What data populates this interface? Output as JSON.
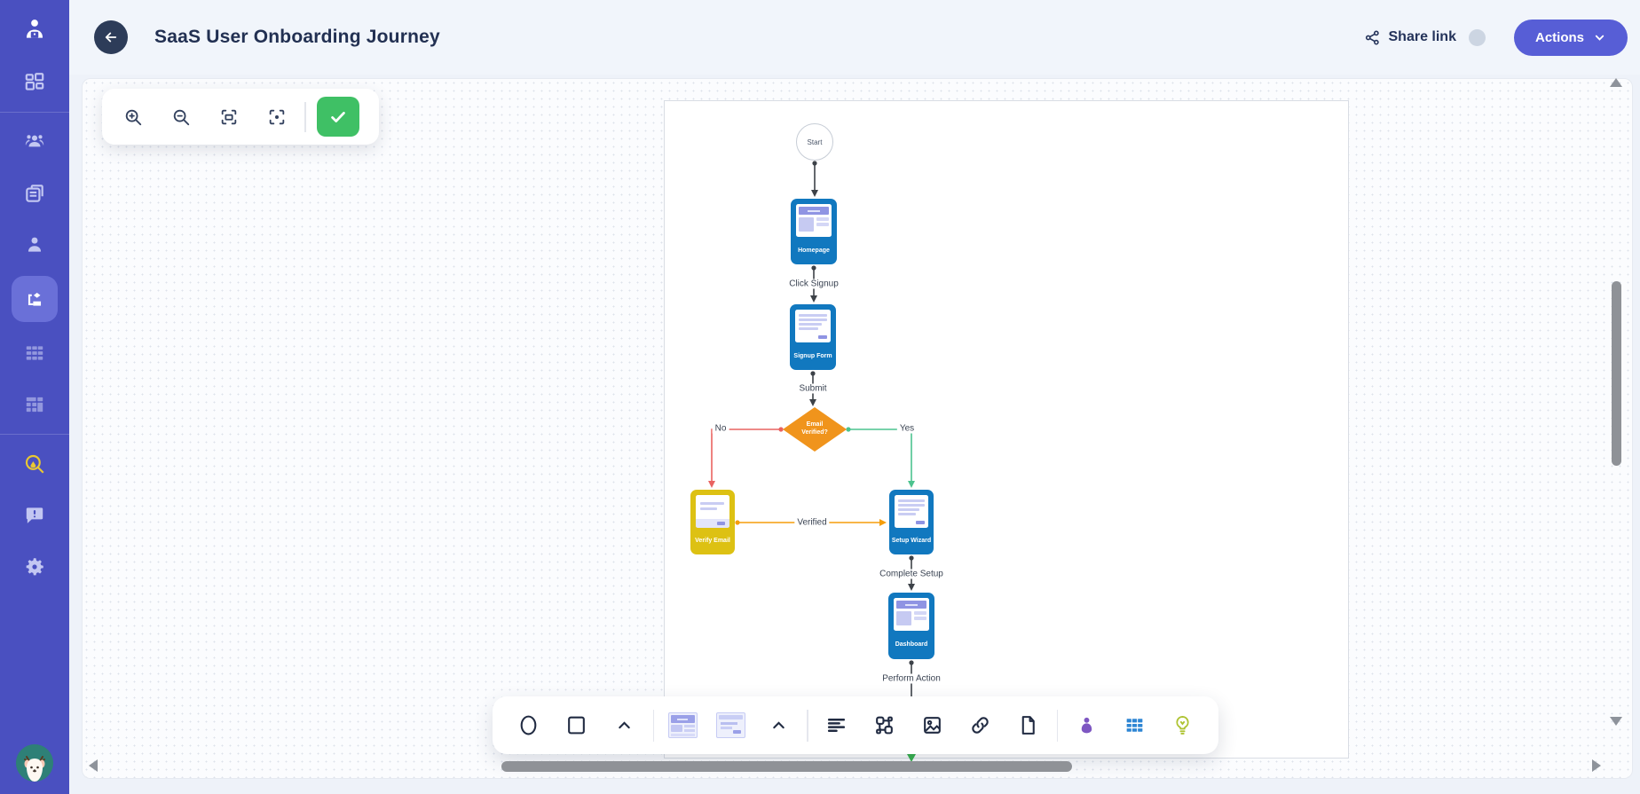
{
  "header": {
    "title": "SaaS User Onboarding Journey",
    "back_icon": "arrow-left-icon",
    "share": {
      "icon": "share-nodes-icon",
      "label": "Share link"
    },
    "actions": {
      "label": "Actions",
      "icon": "chevron-down-icon"
    }
  },
  "sidebar": {
    "logo_icon": "person-laptop-logo",
    "items": [
      {
        "icon": "dashboard-grid-icon",
        "active": false
      },
      {
        "icon": "team-icon",
        "active": false
      },
      {
        "icon": "folder-doc-icon",
        "active": false
      },
      {
        "icon": "user-icon",
        "active": false
      },
      {
        "icon": "flowchart-icon",
        "active": true
      },
      {
        "icon": "rows-grid-icon",
        "active": false
      },
      {
        "icon": "table-columns-icon",
        "active": false
      },
      {
        "icon": "lab-search-icon",
        "active": false,
        "color": "#e9c832"
      },
      {
        "icon": "feedback-icon",
        "active": false
      },
      {
        "icon": "gear-icon",
        "active": false
      }
    ],
    "avatar_icon": "deer-avatar"
  },
  "zoom_toolbar": {
    "icons": [
      "zoom-in-icon",
      "zoom-out-icon",
      "fit-screen-icon",
      "focus-target-icon",
      "check-icon"
    ],
    "confirm_color": "#3fc065"
  },
  "flowchart": {
    "nodes": [
      {
        "label": "Start",
        "type": "start-circle"
      },
      {
        "label": "Homepage",
        "type": "screen",
        "color": "#1178bf"
      },
      {
        "label": "Signup Form",
        "type": "screen",
        "color": "#1178bf"
      },
      {
        "label": "Email Verified?",
        "type": "decision",
        "color": "#f0941c"
      },
      {
        "label": "Verify Email",
        "type": "screen",
        "color": "#ddc113"
      },
      {
        "label": "Setup Wizard",
        "type": "screen",
        "color": "#1178bf"
      },
      {
        "label": "Dashboard",
        "type": "screen",
        "color": "#1178bf"
      }
    ],
    "edges": [
      {
        "from": "Start",
        "to": "Homepage",
        "label": "",
        "color": "#3d4248"
      },
      {
        "from": "Homepage",
        "to": "Signup Form",
        "label": "Click Signup",
        "color": "#3d4248"
      },
      {
        "from": "Signup Form",
        "to": "Email Verified?",
        "label": "Submit",
        "color": "#3d4248"
      },
      {
        "from": "Email Verified?",
        "to": "Verify Email",
        "label": "No",
        "color": "#e96361"
      },
      {
        "from": "Email Verified?",
        "to": "Setup Wizard",
        "label": "Yes",
        "color": "#4cc38f"
      },
      {
        "from": "Verify Email",
        "to": "Setup Wizard",
        "label": "Verified",
        "color": "#f59e0b"
      },
      {
        "from": "Setup Wizard",
        "to": "Dashboard",
        "label": "Complete Setup",
        "color": "#3d4248"
      },
      {
        "from": "Dashboard",
        "to": "",
        "label": "Perform Action",
        "color": "#3d4248",
        "arrow_color": "#37b24d"
      }
    ]
  },
  "canvas_toolbar": {
    "icons": [
      "ellipse-shape-icon",
      "rectangle-shape-icon",
      "chevron-up-icon",
      "template-page-icon",
      "template-modal-icon",
      "chevron-up-icon",
      "text-align-icon",
      "sitemap-icon",
      "image-icon",
      "link-icon",
      "file-icon",
      "user-shape-icon",
      "table-shape-icon",
      "idea-bulb-icon"
    ]
  }
}
